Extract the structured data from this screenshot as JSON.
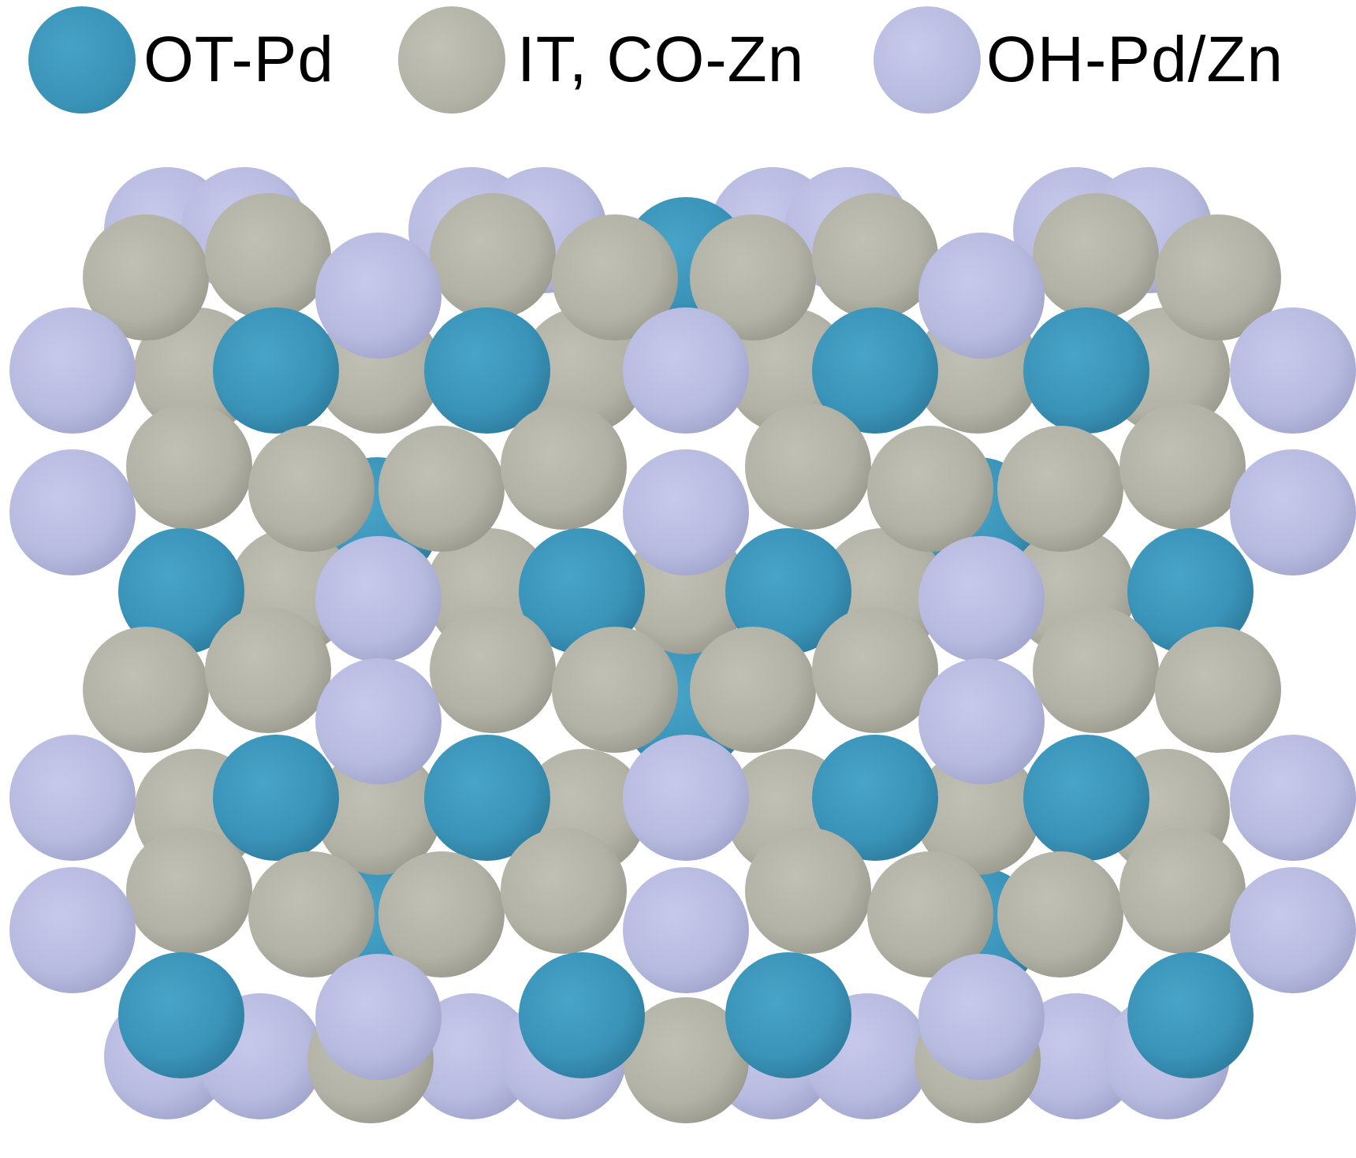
{
  "legend": [
    {
      "label": "OT-Pd",
      "color": "#3a93b8"
    },
    {
      "label": "IT, CO-Zn",
      "color": "#b2b2a6"
    },
    {
      "label": "OH-Pd/Zn",
      "color": "#b8bbe0"
    }
  ]
}
